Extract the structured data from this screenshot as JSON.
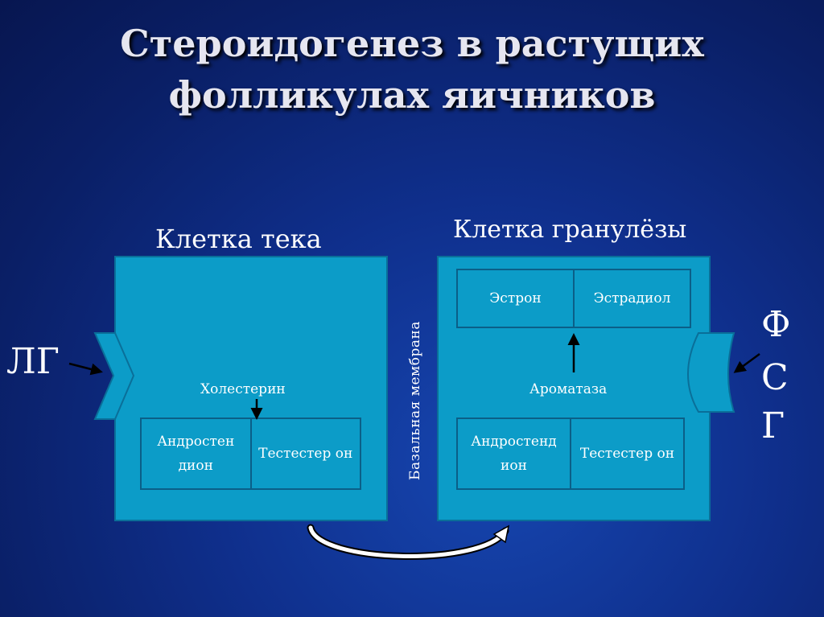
{
  "title": {
    "line1": "Стероидогенез в растущих",
    "line2": "фолликулах яичников"
  },
  "theca": {
    "label": "Клетка тека",
    "substrate": "Холестерин",
    "product_left": "Андростен дион",
    "product_right": "Тестестер он"
  },
  "granulosa": {
    "label": "Клетка гранулёзы",
    "top_left": "Эстрон",
    "top_right": "Эстрадиол",
    "enzyme": "Ароматаза",
    "bottom_left": "Андростенд ион",
    "bottom_right": "Тестестер он"
  },
  "membrane_label": "Базальная мембрана",
  "hormones": {
    "left": "ЛГ",
    "right": [
      "Ф",
      "С",
      "Г"
    ]
  },
  "colors": {
    "panel": "#0c9cc8",
    "border": "#0b5f88",
    "background": "#0f2f8c"
  }
}
